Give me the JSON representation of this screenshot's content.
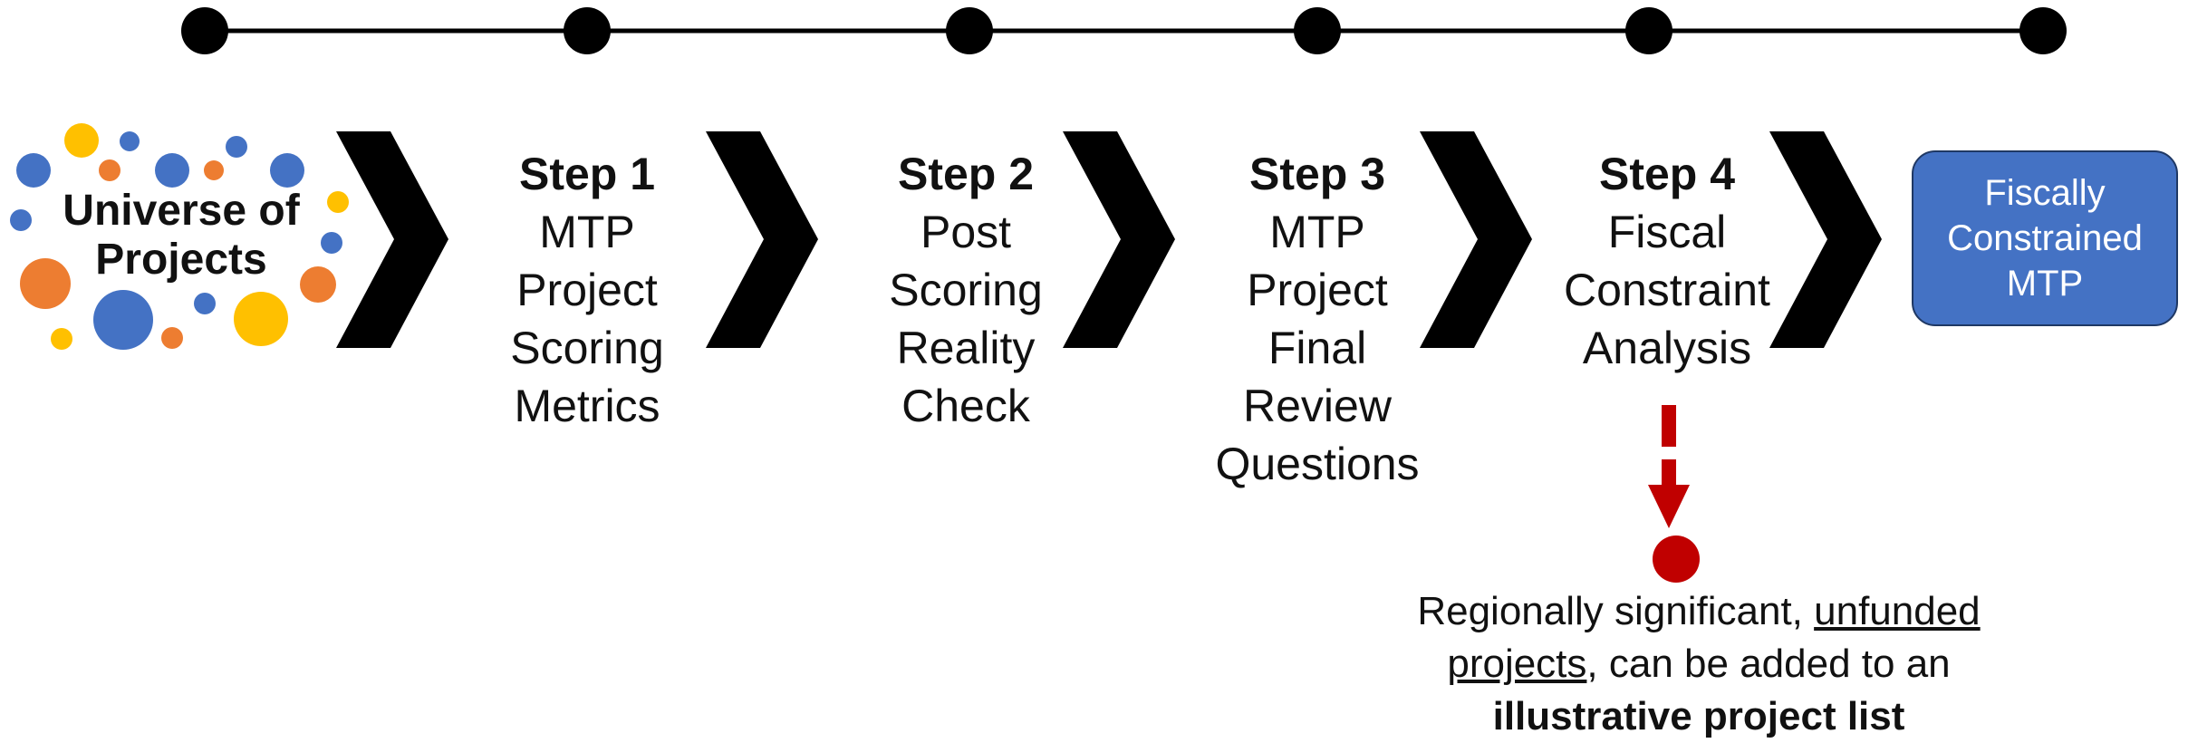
{
  "colors": {
    "timeline": "#000000",
    "chevron": "#000000",
    "box_fill": "#4472C4",
    "box_text": "#ffffff",
    "arrow": "#C00000",
    "dot_blue": "#4472C4",
    "dot_orange": "#ED7D31",
    "dot_yellow": "#FFC000"
  },
  "universe": {
    "line1": "Universe of",
    "line2": "Projects"
  },
  "steps": [
    {
      "title": "Step 1",
      "lines": [
        "MTP",
        "Project",
        "Scoring",
        "Metrics"
      ]
    },
    {
      "title": "Step 2",
      "lines": [
        "Post",
        "Scoring",
        "Reality",
        "Check"
      ]
    },
    {
      "title": "Step 3",
      "lines": [
        "MTP",
        "Project",
        "Final",
        "Review",
        "Questions"
      ]
    },
    {
      "title": "Step 4",
      "lines": [
        "Fiscal",
        "Constraint",
        "Analysis"
      ]
    }
  ],
  "final_box": {
    "lines": [
      "Fiscally",
      "Constrained",
      "MTP"
    ]
  },
  "note": {
    "part1": "Regionally significant, ",
    "part2_underlined": "unfunded projects",
    "part3": ", can be added to an",
    "part4_bold": "illustrative project list"
  }
}
